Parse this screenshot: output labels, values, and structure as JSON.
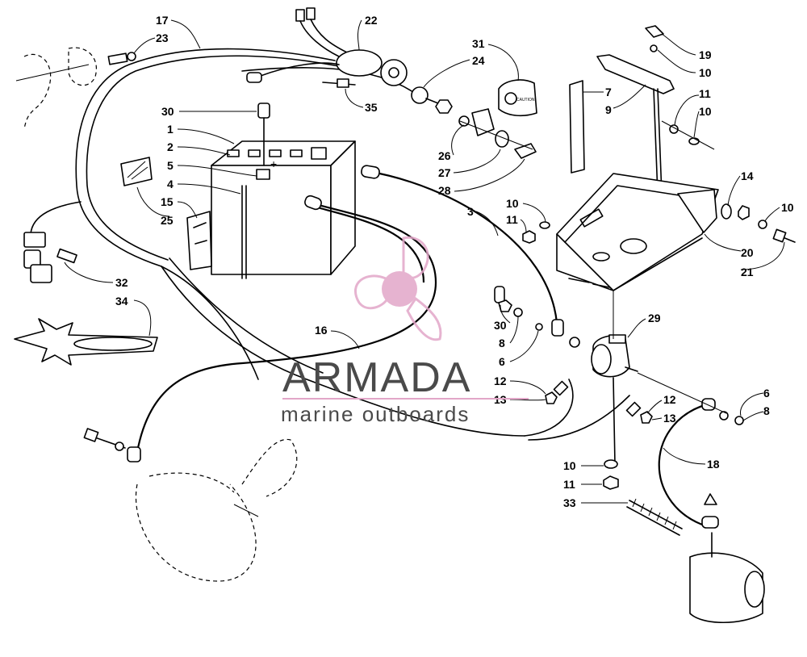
{
  "watermark": {
    "brand": "ARMADA",
    "tagline": "marine outboards",
    "brand_color": "#4a4a4a",
    "logo_color": "#e2a6c8"
  },
  "battery_box_stamp": "CAUTION",
  "callouts": [
    {
      "n": "17"
    },
    {
      "n": "23"
    },
    {
      "n": "22"
    },
    {
      "n": "31"
    },
    {
      "n": "24"
    },
    {
      "n": "35"
    },
    {
      "n": "30"
    },
    {
      "n": "1"
    },
    {
      "n": "2"
    },
    {
      "n": "5"
    },
    {
      "n": "4"
    },
    {
      "n": "15"
    },
    {
      "n": "25"
    },
    {
      "n": "19"
    },
    {
      "n": "10"
    },
    {
      "n": "7"
    },
    {
      "n": "9"
    },
    {
      "n": "11"
    },
    {
      "n": "10"
    },
    {
      "n": "26"
    },
    {
      "n": "27"
    },
    {
      "n": "28"
    },
    {
      "n": "14"
    },
    {
      "n": "10"
    },
    {
      "n": "10"
    },
    {
      "n": "11"
    },
    {
      "n": "3"
    },
    {
      "n": "20"
    },
    {
      "n": "21"
    },
    {
      "n": "32"
    },
    {
      "n": "34"
    },
    {
      "n": "29"
    },
    {
      "n": "30"
    },
    {
      "n": "8"
    },
    {
      "n": "6"
    },
    {
      "n": "16"
    },
    {
      "n": "12"
    },
    {
      "n": "13"
    },
    {
      "n": "12"
    },
    {
      "n": "13"
    },
    {
      "n": "6"
    },
    {
      "n": "8"
    },
    {
      "n": "18"
    },
    {
      "n": "10"
    },
    {
      "n": "11"
    },
    {
      "n": "33"
    }
  ]
}
